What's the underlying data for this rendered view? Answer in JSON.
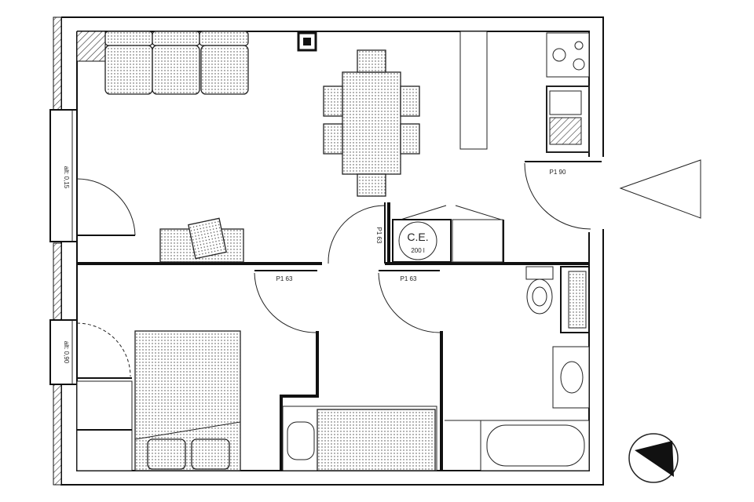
{
  "plan": {
    "water_heater": {
      "label": "C.E.",
      "capacity": "200 l"
    },
    "door_labels": [
      "P1 63",
      "P1 63",
      "P1 63",
      "P1 90"
    ],
    "window_labels": [
      "alt: 0,15",
      "alt: 0,90"
    ],
    "colors": {
      "line": "#111111",
      "background": "#ffffff"
    }
  }
}
